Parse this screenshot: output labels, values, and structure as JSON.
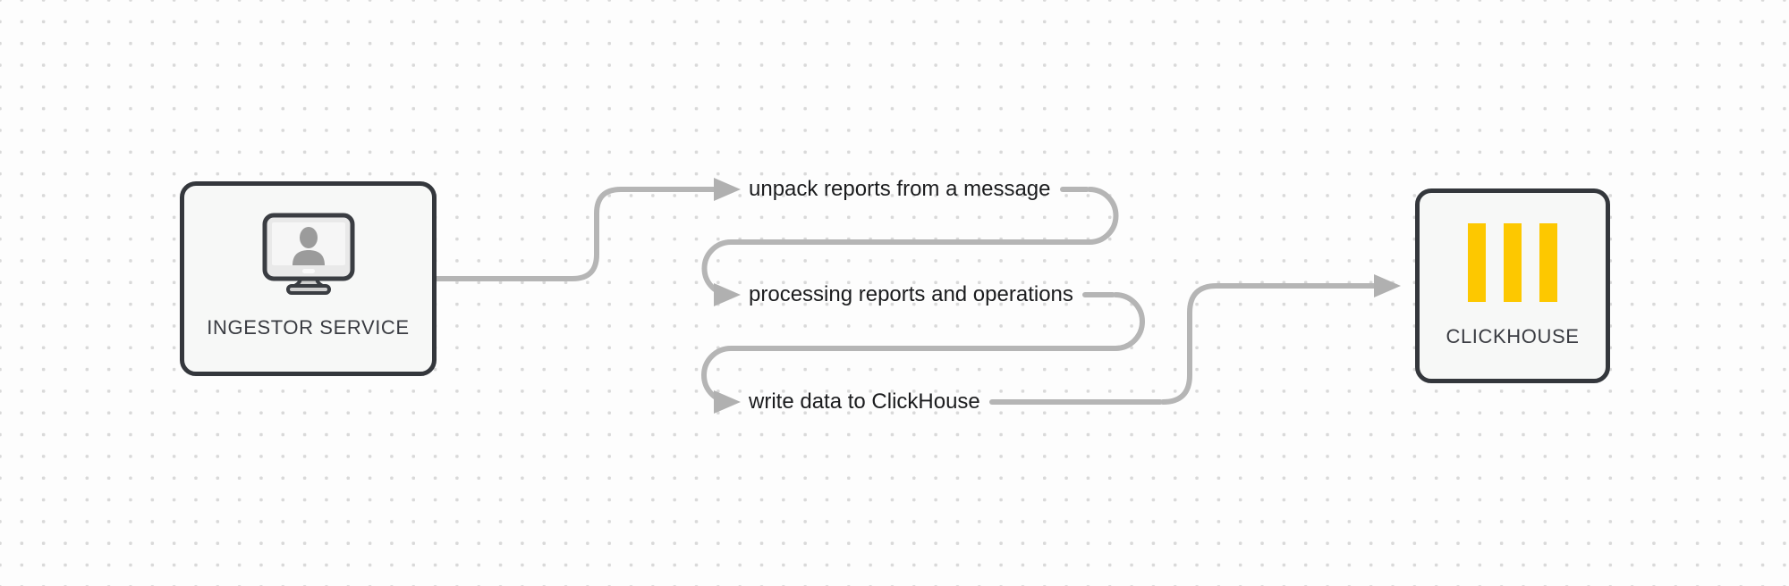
{
  "diagram": {
    "nodes": {
      "ingestor": {
        "label": "INGESTOR SERVICE",
        "icon": "monitor-user-icon"
      },
      "clickhouse": {
        "label": "CLICKHOUSE",
        "icon": "clickhouse-bars-icon"
      }
    },
    "steps": [
      {
        "label": "unpack reports from a message"
      },
      {
        "label": "processing reports and operations"
      },
      {
        "label": "write data to ClickHouse"
      }
    ],
    "flow": "ingestor -> unpack reports from a message -> processing reports and operations -> write data to ClickHouse -> clickhouse"
  },
  "colors": {
    "background": "#fdfdfd",
    "grid_dot": "#d9d9d9",
    "connector": "#b5b5b5",
    "arrowhead": "#b0b0b0",
    "node_border": "#34373c",
    "node_fill": "#f7f8f7",
    "step_text": "#1b1c1e",
    "node_text": "#3a3c42",
    "clickhouse_yellow": "#fdc800",
    "monitor_person_gray": "#9b9b9b"
  }
}
